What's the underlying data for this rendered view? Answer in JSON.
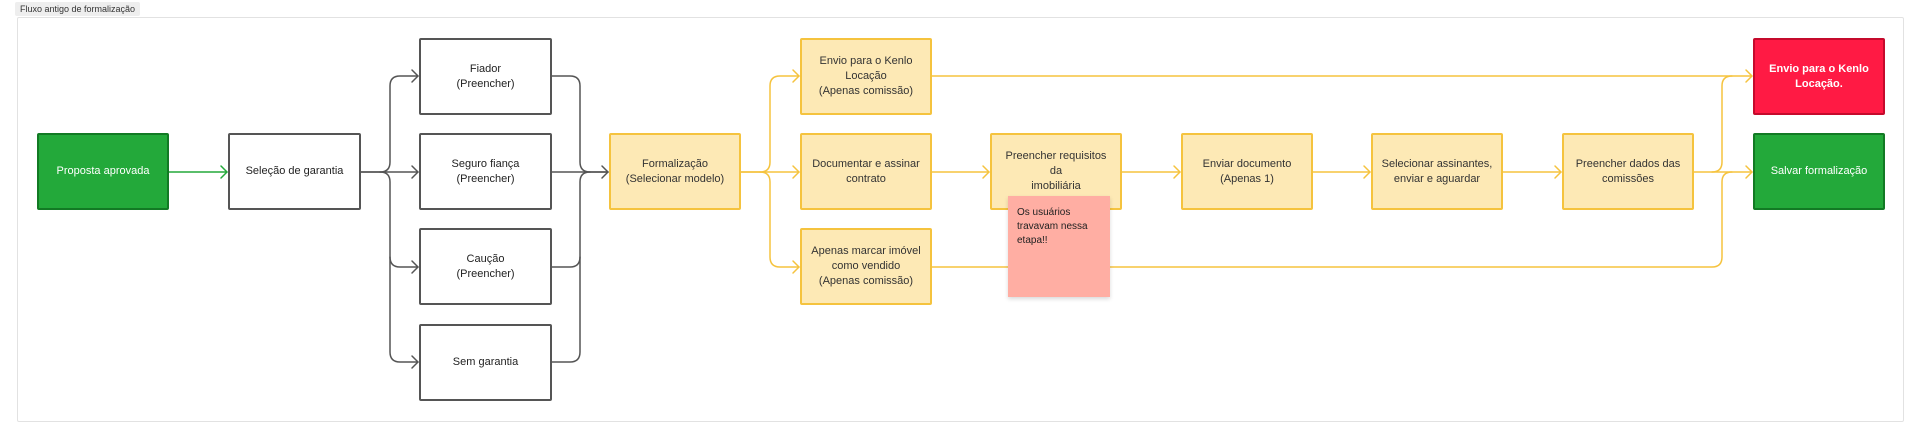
{
  "frame": {
    "label": "Fluxo antigo de formalização"
  },
  "colors": {
    "green": "#23a93a",
    "gray": "#555555",
    "yellow": "#f5c33e",
    "yellow_fill": "#fde9b5",
    "red": "#ff1a44",
    "sticky": "#ffaea3"
  },
  "nodes": {
    "proposta": "Proposta aprovada",
    "selecao": "Seleção de garantia",
    "fiador": "Fiador\n(Preencher)",
    "seguro": "Seguro fiança\n(Preencher)",
    "caucao": "Caução\n(Preencher)",
    "sem": "Sem garantia",
    "formalizacao": "Formalização\n(Selecionar modelo)",
    "envio_kenlo": "Envio para o Kenlo\nLocação\n(Apenas comissão)",
    "documentar": "Documentar e assinar\ncontrato",
    "marcar": "Apenas marcar imóvel\ncomo vendido\n(Apenas comissão)",
    "requisitos": "Preencher requisitos da\nimobiliária",
    "enviar_doc": "Enviar documento\n(Apenas 1)",
    "assinantes": "Selecionar assinantes,\nenviar e aguardar",
    "comissoes": "Preencher dados das\ncomissões",
    "envio_final": "Envio para o Kenlo\nLocação.",
    "salvar": "Salvar formalização"
  },
  "sticky_note": "Os usuários\ntravavam nessa\netapa!!"
}
